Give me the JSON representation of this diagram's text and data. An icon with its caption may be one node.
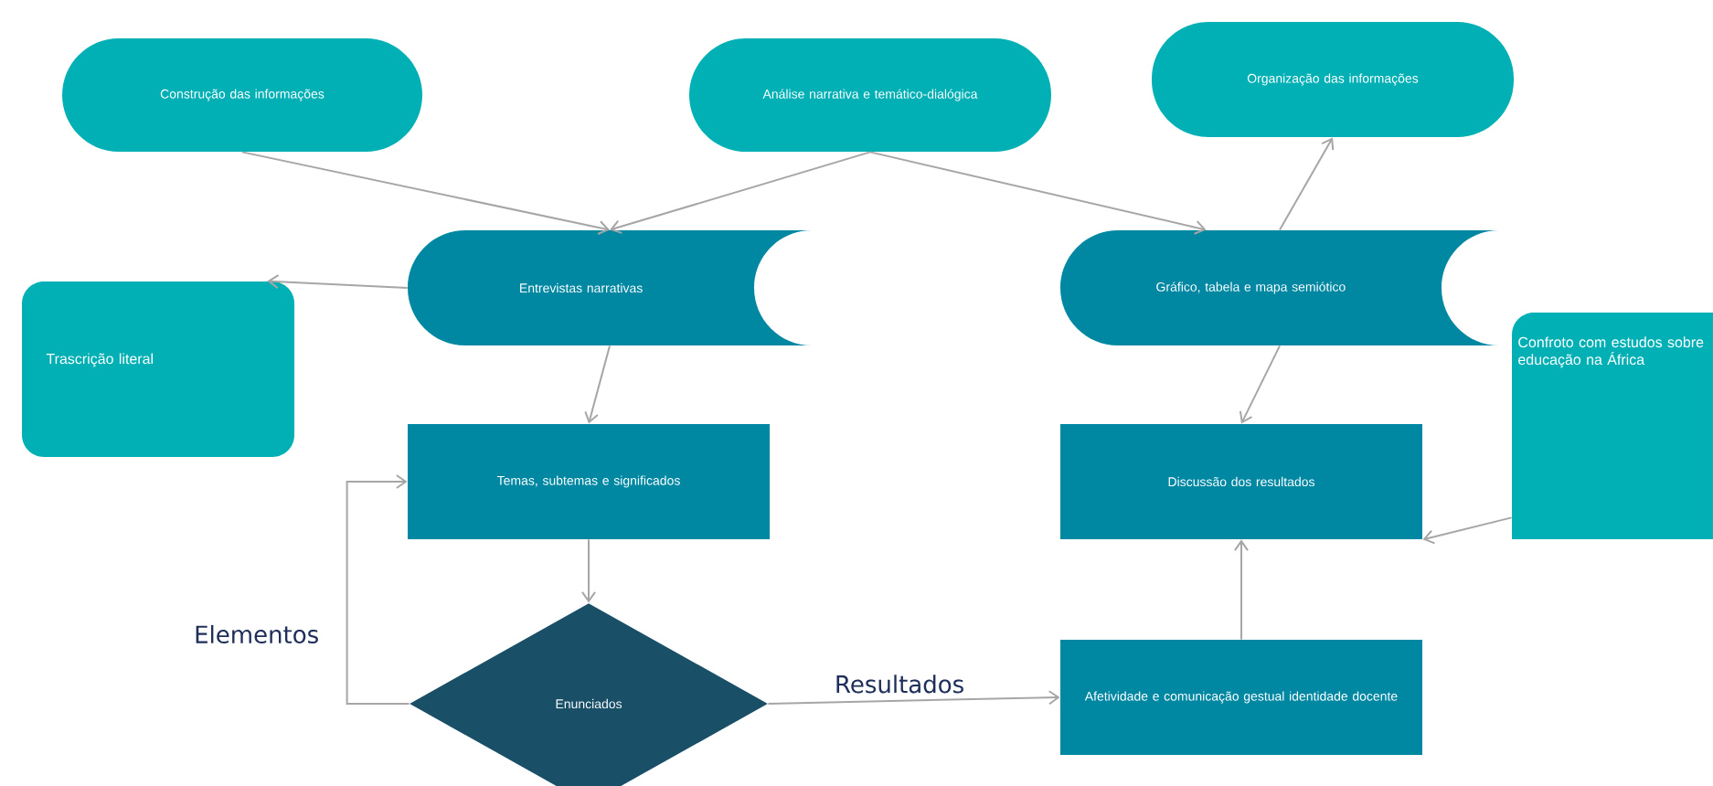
{
  "diagram": {
    "nodes": [
      {
        "text": [
          "Construção das informações"
        ]
      },
      {
        "text": [
          "Análise narrativa e temático-dialógica"
        ]
      },
      {
        "text": [
          "Organização das informações"
        ]
      },
      {
        "text": [
          "Entrevistas narrativas"
        ]
      },
      {
        "text": [
          "Gráfico, tabela e mapa semiótico"
        ]
      },
      {
        "text": [
          "Trascrição literal"
        ]
      },
      {
        "text": [
          "Confroto com estudos sobre educação na África"
        ]
      },
      {
        "text": [
          "Temas, subtemas e significados"
        ]
      },
      {
        "text": [
          "Discussão dos resultados"
        ]
      },
      {
        "text": [
          "Enunciados"
        ]
      },
      {
        "text": [
          "Afetividade e comunicação gestual identidade docente"
        ]
      }
    ],
    "edges": [
      {
        "from": 0,
        "to": 3,
        "arrow": "to"
      },
      {
        "from": 1,
        "to": 3,
        "arrow": "to"
      },
      {
        "from": 1,
        "to": 4,
        "arrow": "to"
      },
      {
        "from": 3,
        "to": 5,
        "arrow": "to"
      },
      {
        "from": 4,
        "to": 2,
        "arrow": "to"
      },
      {
        "from": 4,
        "to": 8,
        "arrow": "to"
      },
      {
        "from": 3,
        "to": 7,
        "arrow": "to"
      },
      {
        "from": 7,
        "to": 9,
        "arrow": "to"
      },
      {
        "from": 9,
        "to": 7,
        "arrow": "to",
        "label": "Elementos"
      },
      {
        "from": 9,
        "to": 10,
        "arrow": "to",
        "label": "Resultados"
      },
      {
        "from": 10,
        "to": 8,
        "arrow": "to"
      },
      {
        "from": 6,
        "to": 8,
        "arrow": "to"
      }
    ]
  }
}
